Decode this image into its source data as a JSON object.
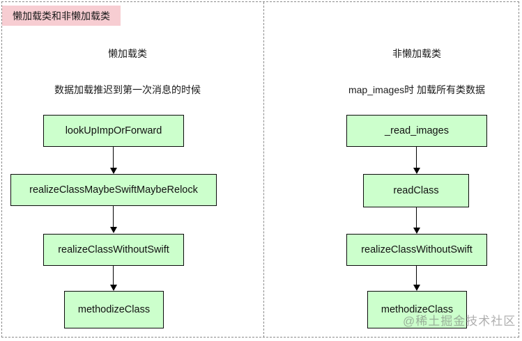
{
  "title_badge": {
    "label": "懒加载类和非懒加载类"
  },
  "columns": [
    {
      "id": "lazy",
      "heading": "懒加载类",
      "subheading": "数据加载推迟到第一次消息的时候",
      "nodes": [
        {
          "label": "lookUpImpOrForward"
        },
        {
          "label": "realizeClassMaybeSwiftMaybeRelock"
        },
        {
          "label": "realizeClassWithoutSwift"
        },
        {
          "label": "methodizeClass"
        }
      ]
    },
    {
      "id": "non-lazy",
      "heading": "非懒加载类",
      "subheading": "map_images时 加载所有类数据",
      "nodes": [
        {
          "label": "_read_images"
        },
        {
          "label": "readClass"
        },
        {
          "label": "realizeClassWithoutSwift"
        },
        {
          "label": "methodizeClass"
        }
      ]
    }
  ],
  "watermark": {
    "text": "@稀土掘金技术社区"
  },
  "colors": {
    "node_fill": "#ccffcc",
    "node_border": "#0b0b0b",
    "badge_fill": "#f7cdd2",
    "frame_dash": "#8a8a8a",
    "text": "#111111"
  }
}
